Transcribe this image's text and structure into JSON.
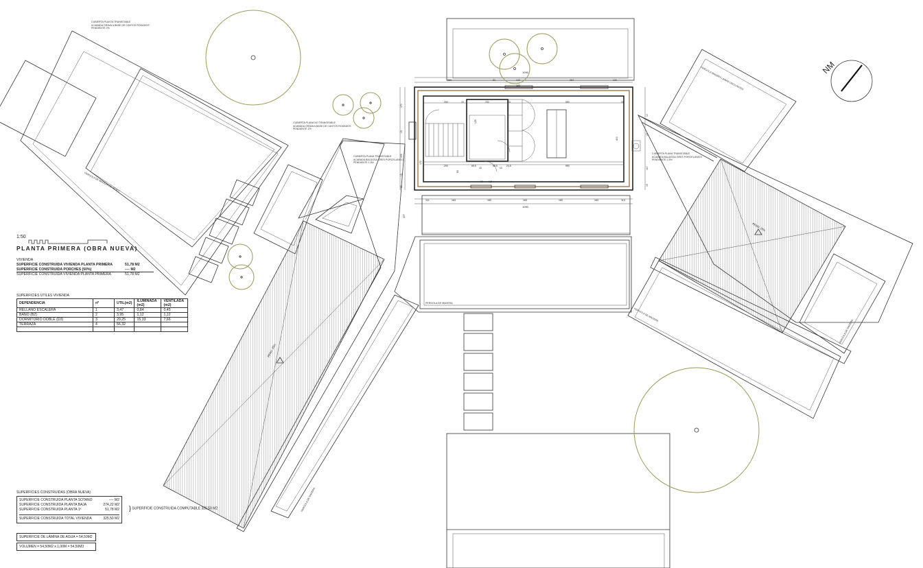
{
  "scale": {
    "label": "1:50"
  },
  "title": "PLANTA PRIMERA (OBRA NUEVA)",
  "surfaces": {
    "heading": "VIVIENDA",
    "rows": [
      {
        "label": "SUPERFICIE CONSTRUIDA VIVIENDA PLANTA PRIMERA",
        "value": "51,78 M2",
        "bold": true
      },
      {
        "label": "SUPERFICIE CONSTRUIDA PORCHES (50%)",
        "value": "---- M2",
        "bold": true
      },
      {
        "label": "SUPERFICIE CONSTRUIDA VIVIENDA PLANTA PRIMERA",
        "value": "51,78 M2",
        "bold": false
      }
    ]
  },
  "useful_table": {
    "caption": "SUPERFICIES UTILES VIVIENDA",
    "headers": [
      "DEPENDENCIA",
      "nº",
      "UTIL(m2)",
      "ILUMINADA (m2)",
      "VENTILADA (m2)"
    ],
    "rows": [
      [
        "RELLANO ESCALERA",
        "1",
        "3,47",
        "0,84",
        "0,45"
      ],
      [
        "BAÑO (B2)",
        "2",
        "3,95",
        "1,12",
        "1,12"
      ],
      [
        "DORMITORIO DOBLE (D3)",
        "3",
        "29,25",
        "15,33",
        "7,66"
      ],
      [
        "TERRAZA",
        "4",
        "56,32",
        "",
        ""
      ],
      [
        "",
        "",
        "",
        "",
        ""
      ]
    ]
  },
  "summary": {
    "heading": "SUPERFICIES CONSTRUIDAS (OBRA NUEVA)",
    "rows": [
      {
        "label": "SUPERFICIE CONSTRUIDA PLANTA SOTANO",
        "value": "---- M2"
      },
      {
        "label": "SUPERFICIE CONSTRUIDA PLANTA BAJA",
        "value": "274,22 M2"
      },
      {
        "label": "SUPERFICIE CONSTRUIDA PLANTA 1ª",
        "value": "51,78 M2"
      },
      {
        "label": "SUPERFICIE CONSTRUIDA TOTAL VIVIENDA",
        "value": "325,50 M2"
      }
    ],
    "computable": "SUPERFICIE CONSTRUIDA COMPUTABLE  325,50 M2",
    "water": "SUPERFICIE DE LÁMINA DE AGUA = 54,50M2",
    "volume": "VOLUMEN = 54,50M2 x 1,00M = 54,50M3"
  },
  "annotations": {
    "cub1": "CUBIERTA PLANTA TRANSITABLE\nACABADA GRAVA A BASE DE CANTOS RODADOS\nPENDIENTE 2%",
    "cub2": "CUBIERTA PLANA NO TRANSITABLE\nACABADA GRAVA A BASE DE CANTOS RODADOS\nPENDIENTE 2%",
    "cub3": "CUBIERTA PLANA TRANSITABLE\nACABADA BALDOSA GRES PORCELANICO\nPENDIENTE 1,5%",
    "cub4": "CUBIERTA PLANA TRANSITABLE\nACABADA BALDOSA GRES PORCELANICO\nPENDIENTE 1,5%",
    "cub5": "PERGOLA MADERA LAMAS OSCILANTES",
    "pergola1": "PERGOLA DE MADERA DE IROKO",
    "pergola2": "PERGOLA DE MADERA",
    "pergola3": "PERGOLA DE MADERA",
    "pergola4": "PERGOLA DE MADERA",
    "pergola5": "PERGOLA DE MADERA",
    "pend1": "PEND. 25%",
    "pend2": "PEND. 25%"
  },
  "north": {
    "label": "NM"
  },
  "dimensions": {
    "top_total": "1090",
    "top": [
      "260",
      "81",
      "130",
      "284",
      "130"
    ],
    "top_inner": "120",
    "bottom": [
      "111",
      "163",
      "160",
      "163",
      "160",
      "163",
      "113"
    ],
    "bottom_total": "1090",
    "room": [
      "200",
      "10",
      "232",
      "10",
      "590",
      "15"
    ],
    "room2": [
      "200",
      "65,5",
      "10",
      "68,5",
      "10",
      "24,5",
      "590"
    ],
    "v_left": [
      "170",
      "15",
      "225",
      "15",
      "60"
    ],
    "v_right": [
      "10",
      "15",
      "110",
      "15"
    ],
    "misc": [
      "125",
      "172",
      "400",
      "65",
      "12",
      "1,5",
      "377"
    ]
  },
  "colors": {
    "wall_brown": "#a0764a",
    "tree": "#9a9a5a",
    "ink": "#333333"
  }
}
